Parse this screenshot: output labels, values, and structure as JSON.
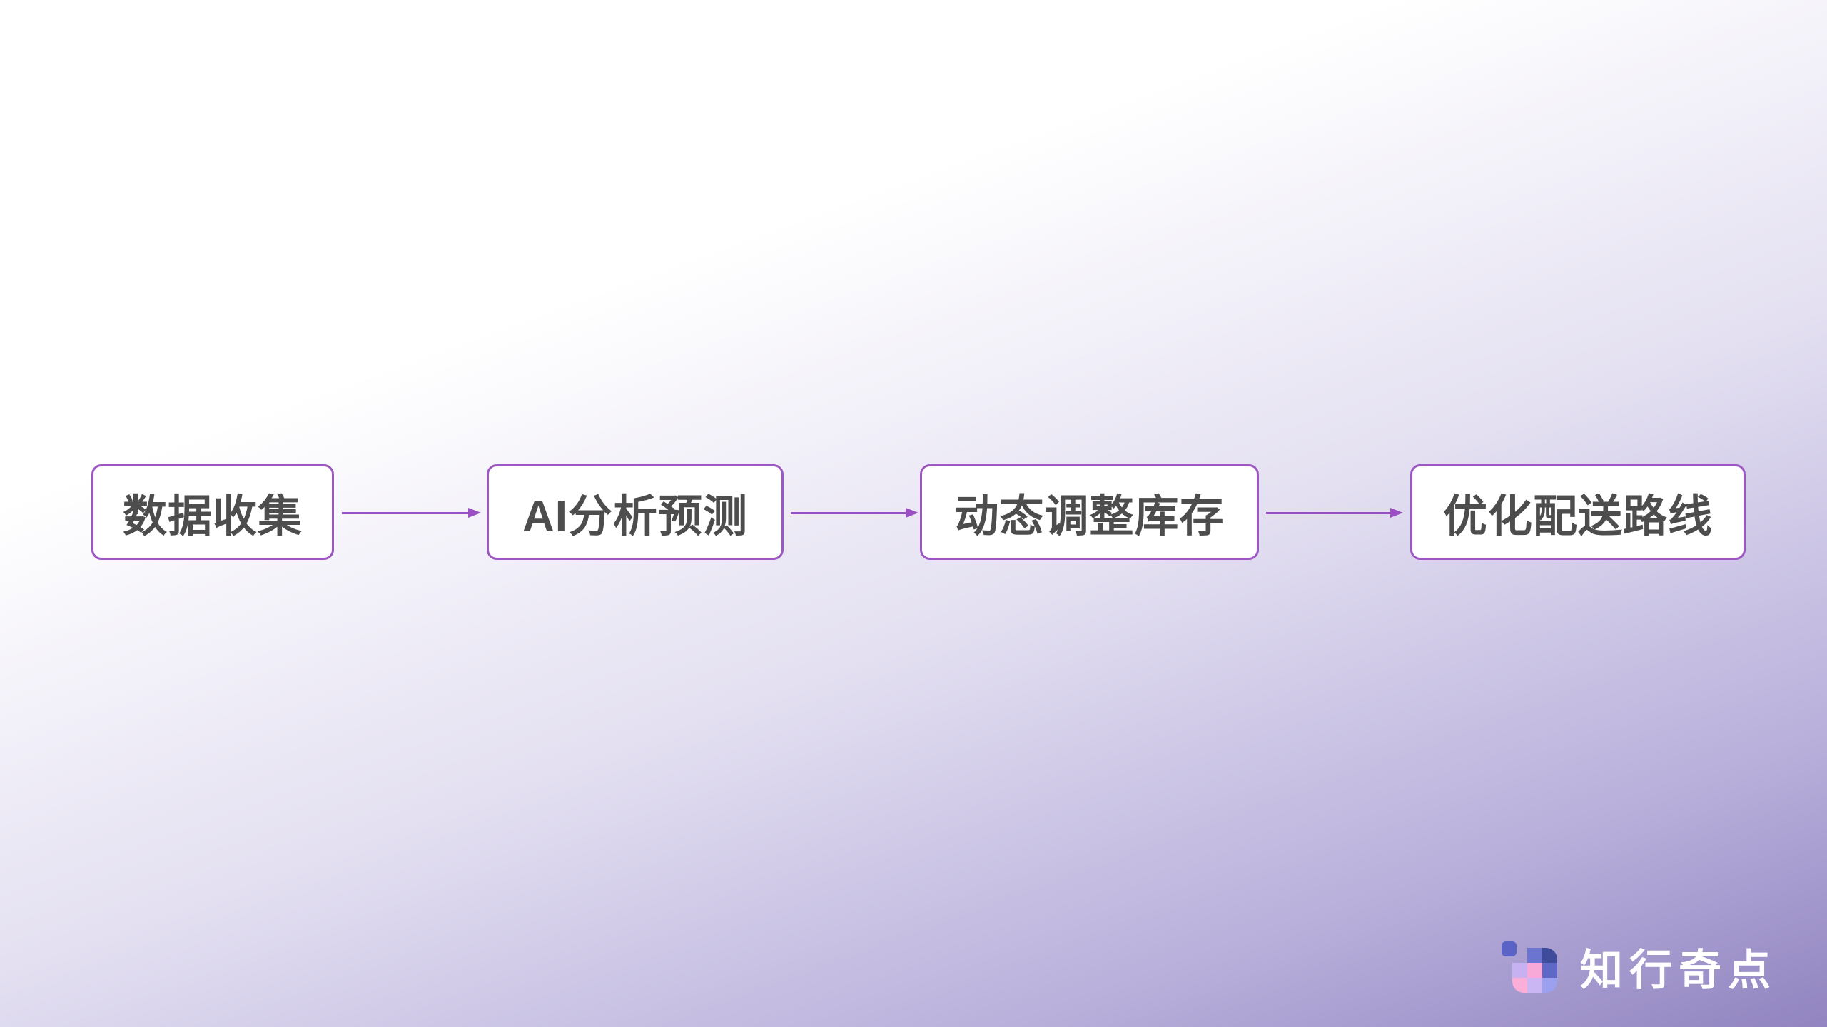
{
  "slide": {
    "flow": {
      "steps": [
        {
          "label": "数据收集"
        },
        {
          "label": "AI分析预测"
        },
        {
          "label": "动态调整库存"
        },
        {
          "label": "优化配送路线"
        }
      ]
    },
    "logo": {
      "text": "知行奇点",
      "icon_detached": "#5b63c6",
      "icon_cells": [
        "transparent",
        "#6b74d0",
        "#3f4c9c",
        "#c6b2f0",
        "#f8a9d8",
        "#5f68c6",
        "#fcaed8",
        "#cab6f2",
        "#9ba1ee"
      ]
    },
    "colors": {
      "node_border": "#9d57c3",
      "node_background": "#ffffff",
      "node_text": "#4d4d4d",
      "arrow": "#9b4fc4",
      "background_top": "#ffffff",
      "background_mid": "#e3dff1",
      "background_bottom": "#9184c0",
      "logo_text": "#ffffff"
    }
  }
}
